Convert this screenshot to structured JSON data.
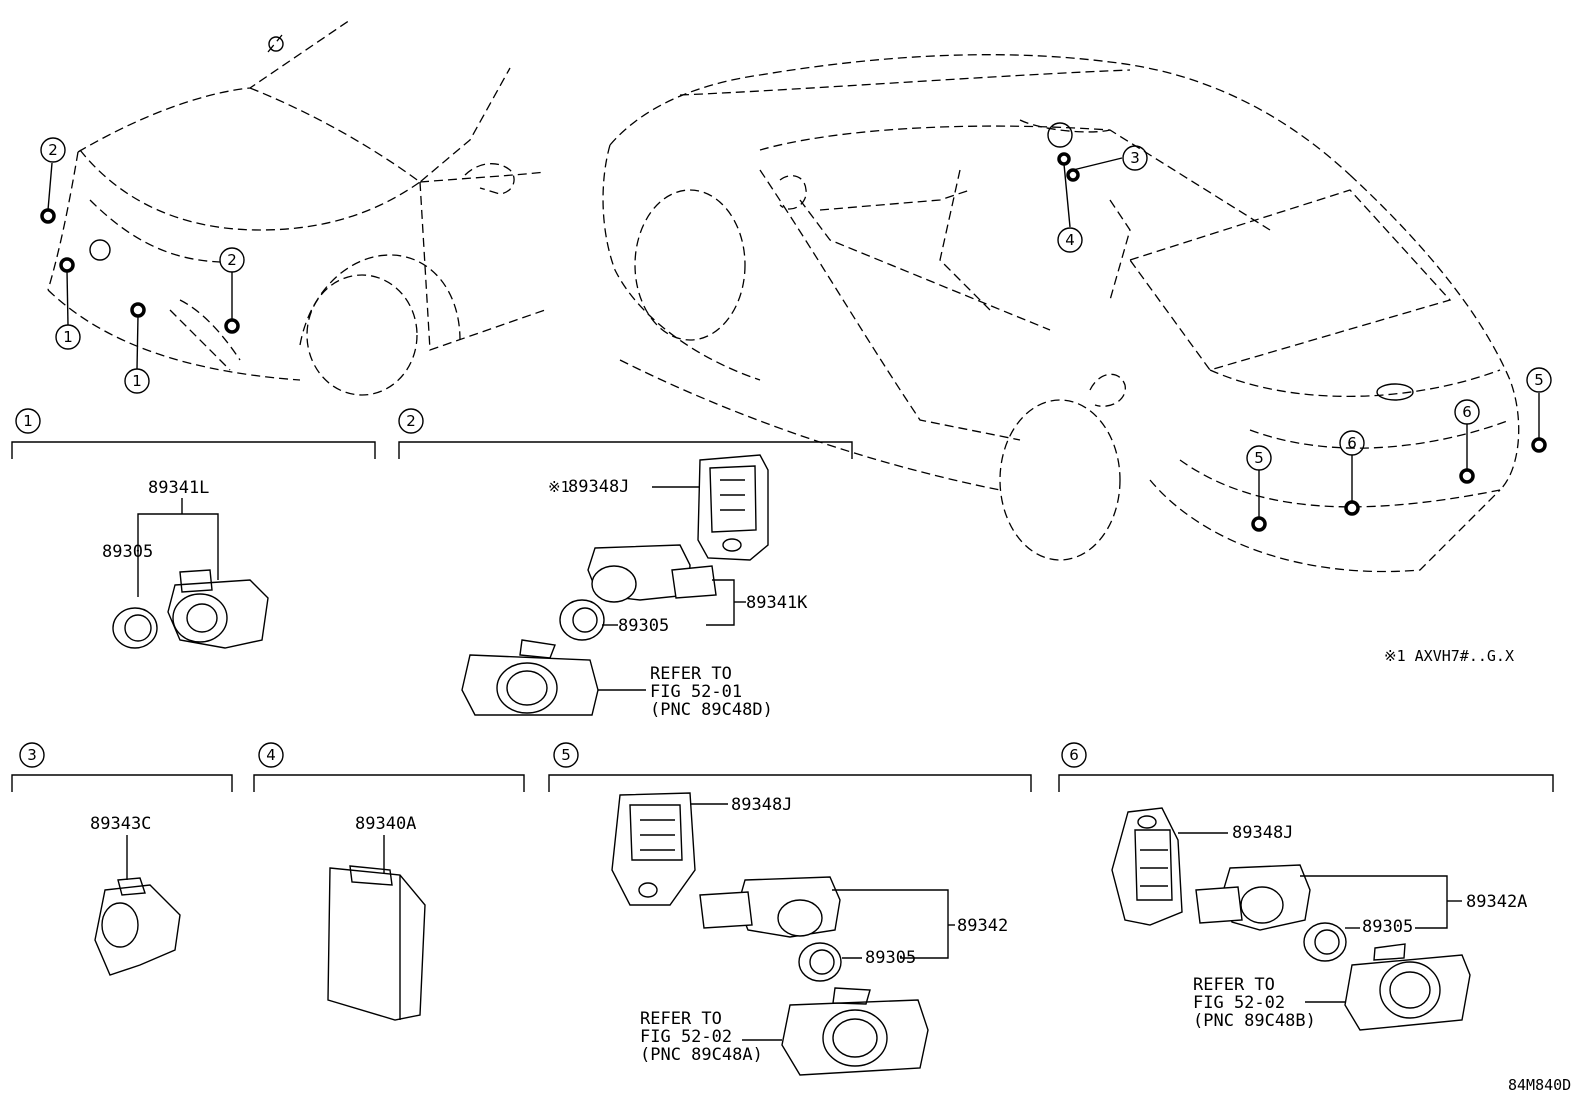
{
  "callouts": {
    "c1": "1",
    "c2": "2",
    "c3": "3",
    "c4": "4",
    "c5": "5",
    "c6": "6"
  },
  "groups": {
    "g1": {
      "no": "1",
      "parent": "89341L",
      "child": "89305"
    },
    "g2": {
      "no": "2",
      "prefix": "※1",
      "retainer": "89348J",
      "parent": "89341K",
      "child": "89305",
      "ref1": "REFER TO",
      "ref2": "FIG 52-01",
      "ref3": "(PNC 89C48D)"
    },
    "g3": {
      "no": "3",
      "part": "89343C"
    },
    "g4": {
      "no": "4",
      "part": "89340A"
    },
    "g5": {
      "no": "5",
      "retainer": "89348J",
      "parent": "89342",
      "child": "89305",
      "ref1": "REFER TO",
      "ref2": "FIG 52-02",
      "ref3": "(PNC 89C48A)"
    },
    "g6": {
      "no": "6",
      "retainer": "89348J",
      "parent": "89342A",
      "child": "89305",
      "ref1": "REFER TO",
      "ref2": "FIG 52-02",
      "ref3": "(PNC 89C48B)"
    }
  },
  "note": "※1 AXVH7#..G.X",
  "figure_code": "84M840D"
}
